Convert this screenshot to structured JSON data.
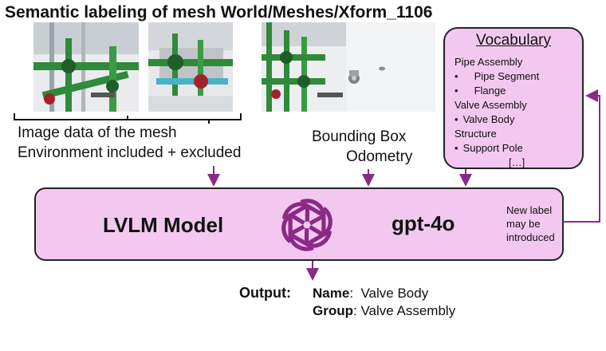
{
  "title": "Semantic labeling of mesh World/Meshes/Xform_1106",
  "image_caption": {
    "line1": "Image data of the mesh",
    "line2": "Environment included + excluded"
  },
  "bbox_caption": {
    "line1": "Bounding Box",
    "line2": "Odometry"
  },
  "vocabulary": {
    "title": "Vocabulary",
    "items": [
      {
        "text": "Pipe Assembly",
        "bullet": ""
      },
      {
        "text": "Pipe Segment",
        "bullet": "•"
      },
      {
        "text": "Flange",
        "bullet": "•"
      },
      {
        "text": "Valve Assembly",
        "bullet": ""
      },
      {
        "text": "Valve Body",
        "bullet": "•"
      },
      {
        "text": "Structure",
        "bullet": ""
      },
      {
        "text": "Support Pole",
        "bullet": "•"
      },
      {
        "text": "[…]",
        "bullet": ""
      }
    ]
  },
  "model": {
    "name": "LVLM Model",
    "version": "gpt-4o",
    "icon": "openai-logo-icon",
    "note": [
      "New label",
      "may be",
      "introduced"
    ]
  },
  "output": {
    "label": "Output:",
    "name_key": "Name",
    "name_value": "Valve Body",
    "group_key": "Group",
    "group_value": "Valve Assembly"
  },
  "colors": {
    "box_fill": "#f2c8f0",
    "arrow": "#8a2a86",
    "pipe_green": "#2f8a3a"
  }
}
